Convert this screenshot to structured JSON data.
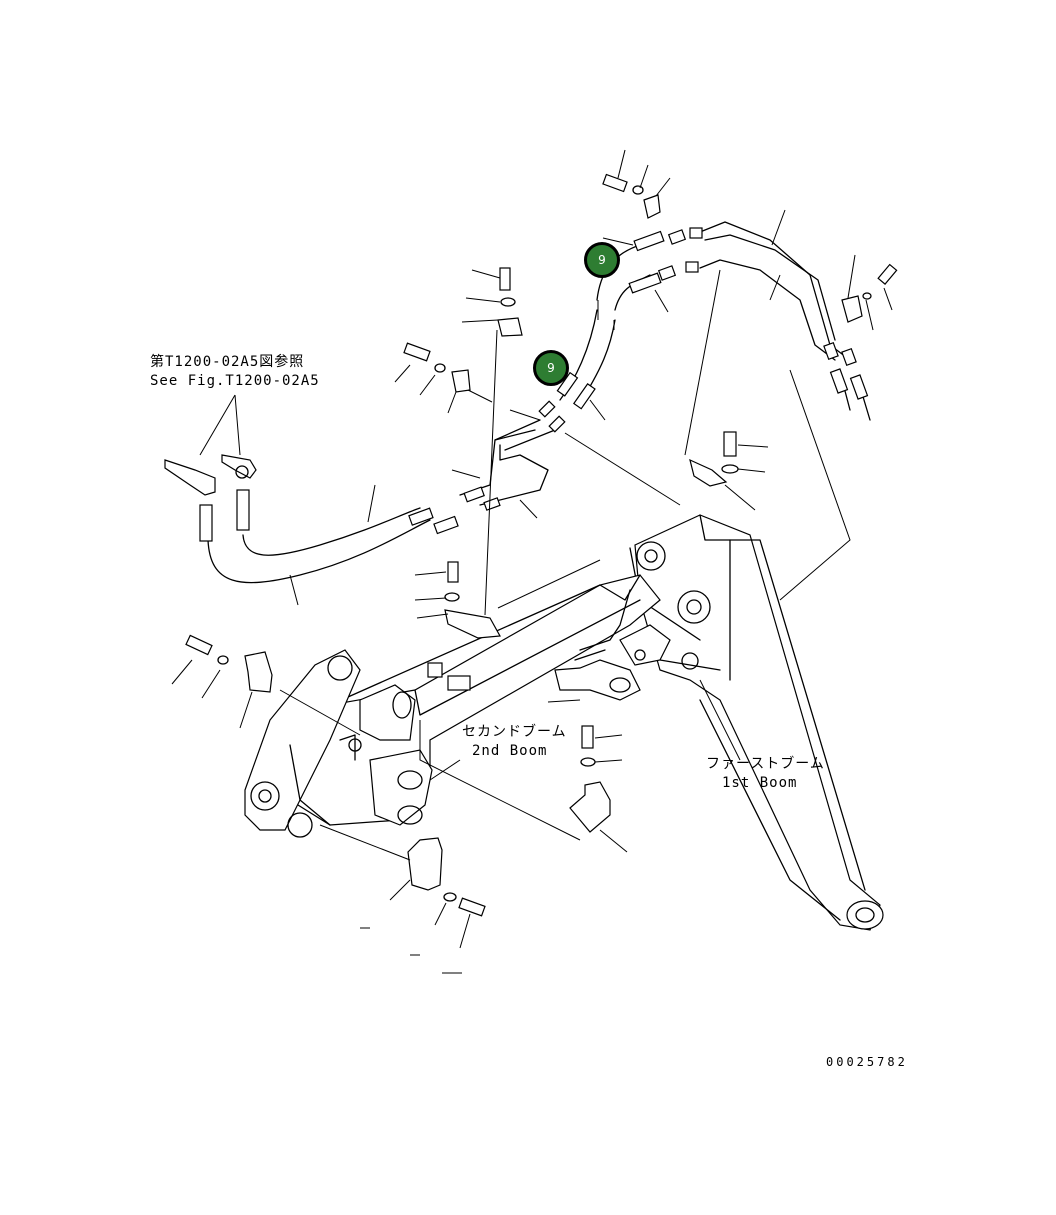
{
  "reference_note": {
    "japanese": "第T1200-02A5図参照",
    "english": "See Fig.T1200-02A5"
  },
  "labels": {
    "second_boom_jp": "セカンドブーム",
    "second_boom_en": "2nd Boom",
    "first_boom_jp": "ファーストブーム",
    "first_boom_en": "1st Boom"
  },
  "callouts": [
    {
      "number": "9"
    },
    {
      "number": "9"
    }
  ],
  "drawing_number": "00025782",
  "colors": {
    "callout_fill": "#2e7d32",
    "line": "#000000",
    "background": "#ffffff"
  }
}
